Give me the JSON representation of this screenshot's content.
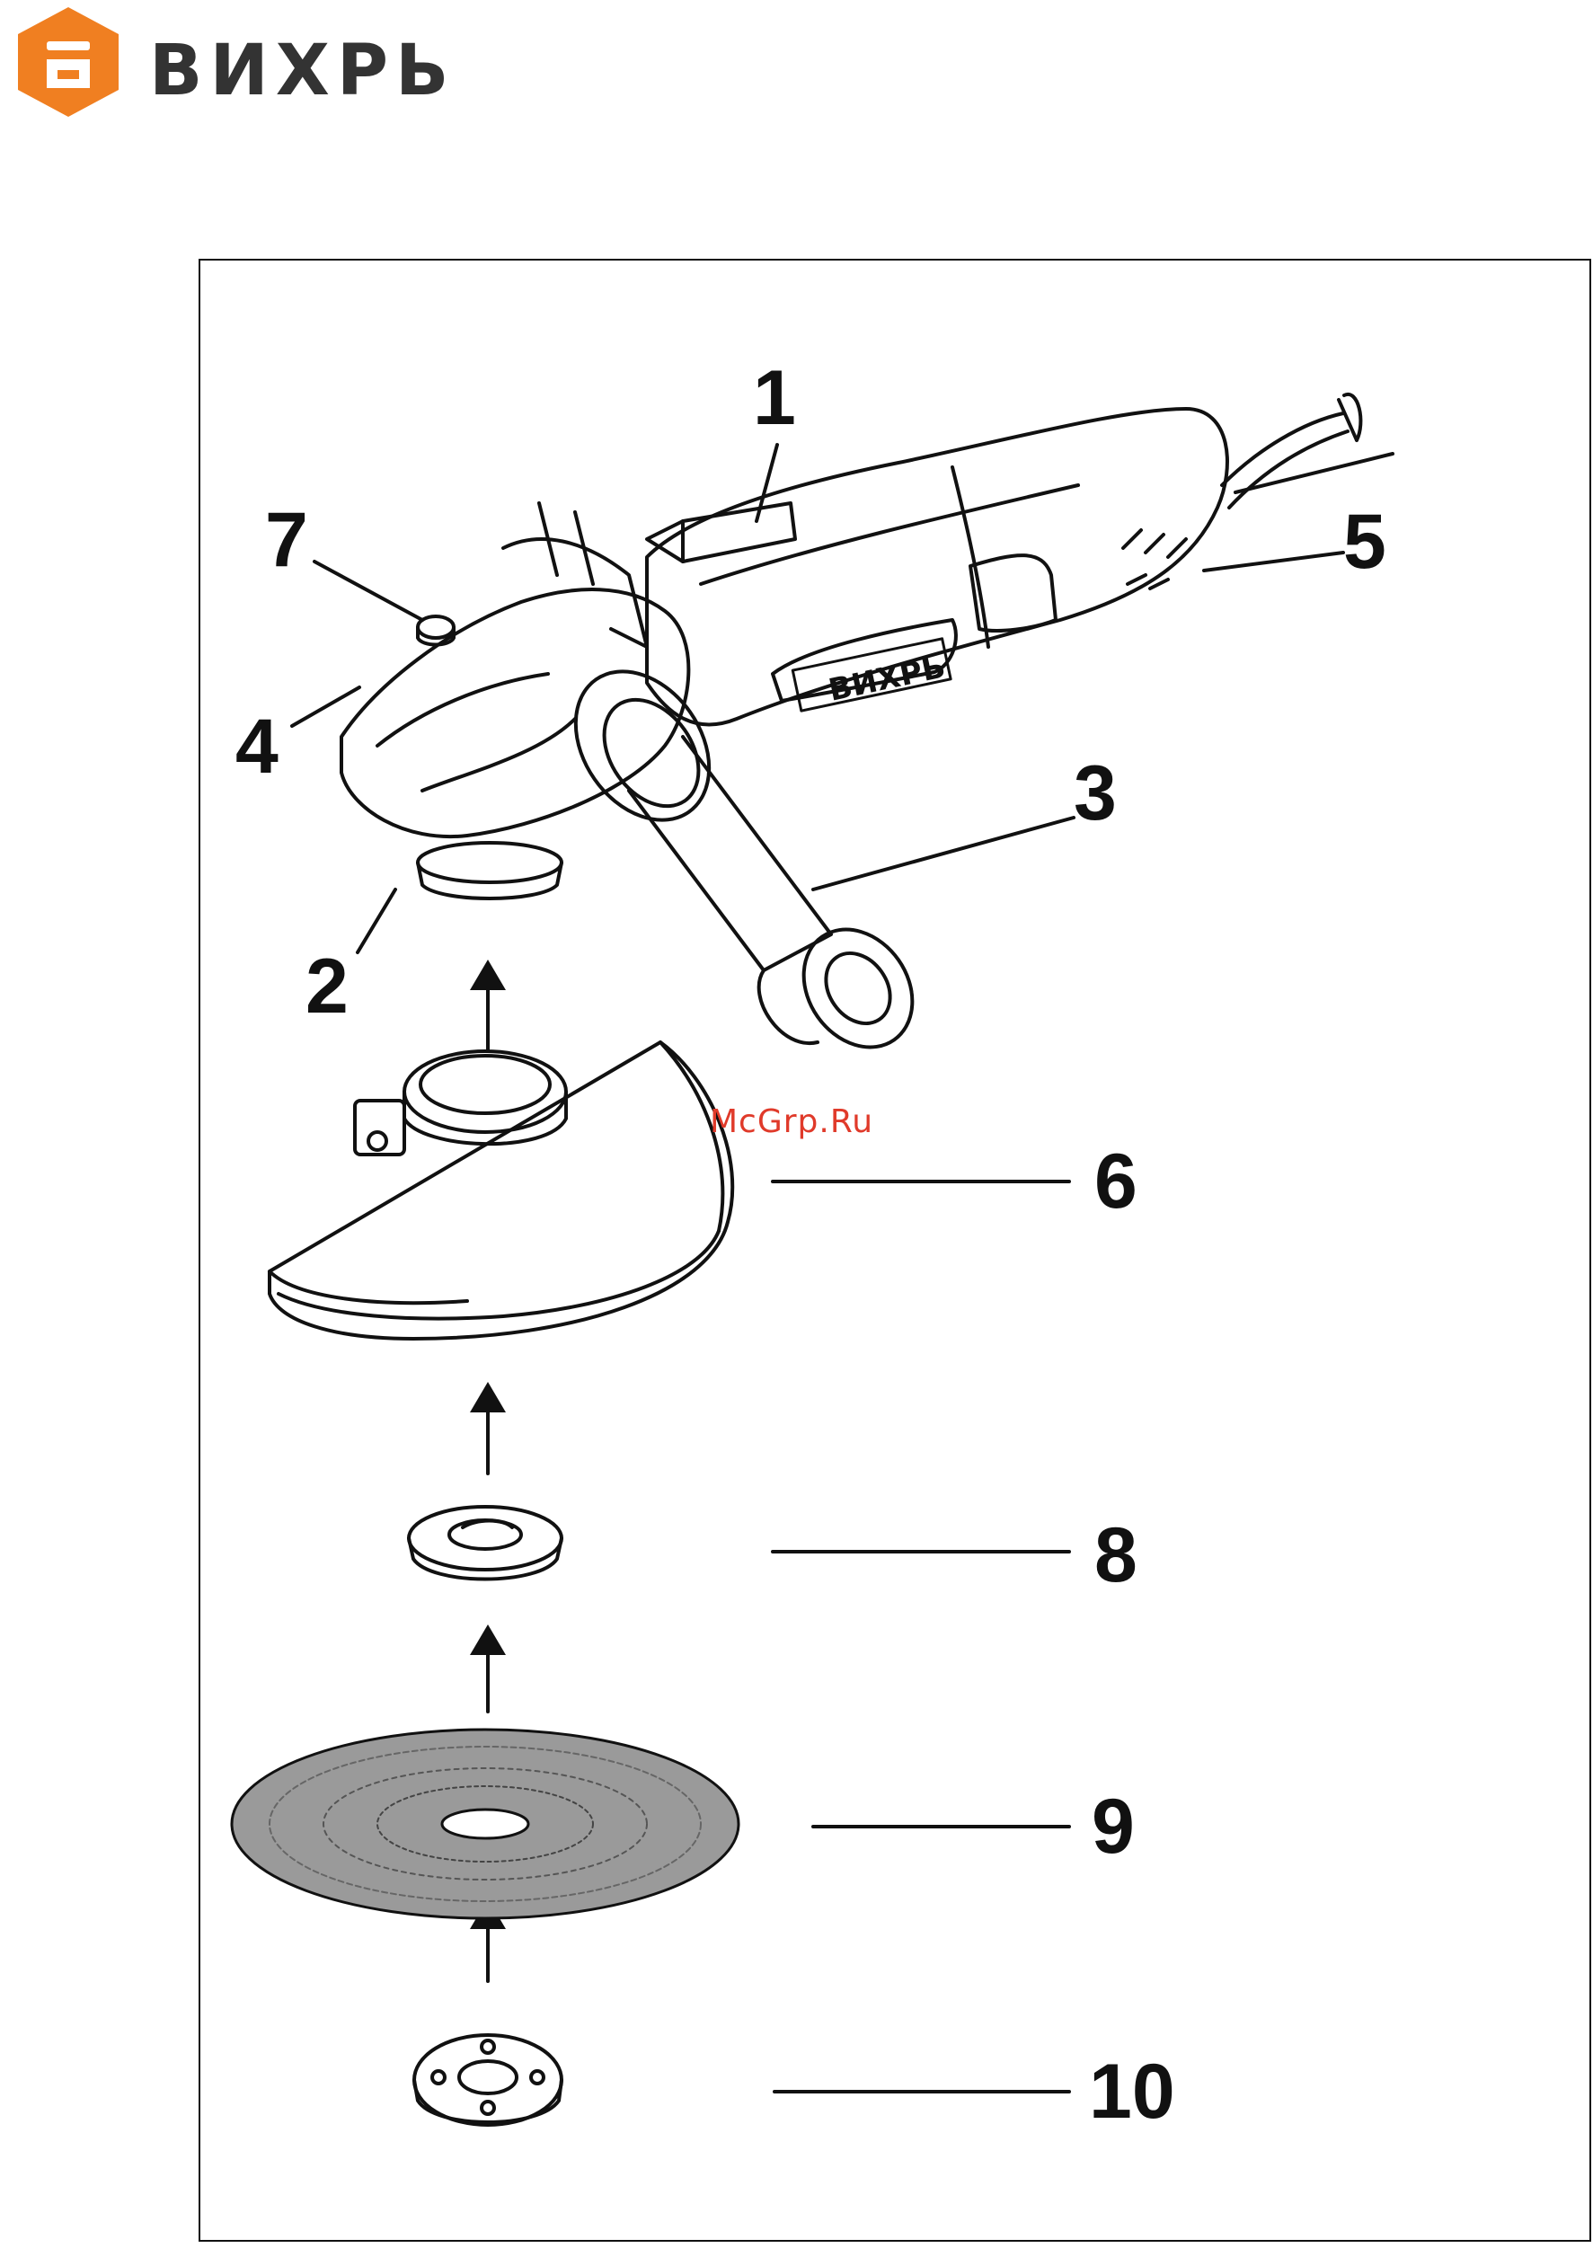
{
  "brand": {
    "name": "ВИХРЬ",
    "logo_color": "#f07f21",
    "text_color": "#333333"
  },
  "diagram": {
    "callouts": [
      "1",
      "2",
      "3",
      "4",
      "5",
      "6",
      "7",
      "8",
      "9",
      "10"
    ],
    "housing_label": "ВИХРЬ"
  },
  "watermark": "McGrp.Ru"
}
